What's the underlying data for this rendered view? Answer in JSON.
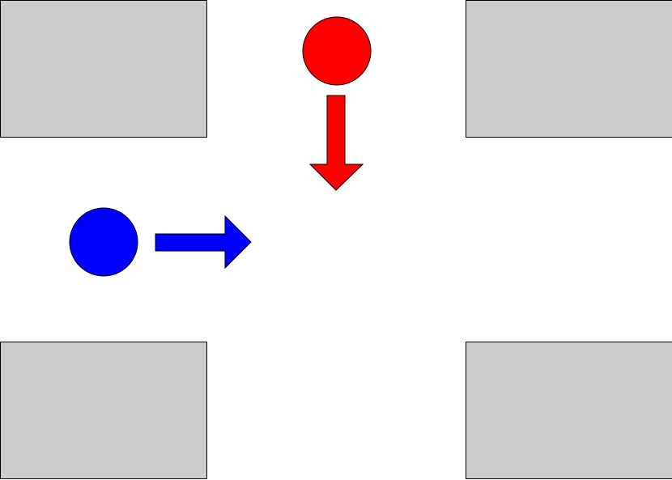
{
  "diagram": {
    "kind": "intersection",
    "colors": {
      "background": "#ffffff",
      "block_fill": "#cccccc",
      "stroke": "#000000",
      "agent_red": "#ff0000",
      "agent_blue": "#0000ff"
    },
    "blocks": [
      {
        "corner": "top-left"
      },
      {
        "corner": "top-right"
      },
      {
        "corner": "bottom-left"
      },
      {
        "corner": "bottom-right"
      }
    ],
    "agents": [
      {
        "color": "red",
        "direction": "down"
      },
      {
        "color": "blue",
        "direction": "right"
      }
    ]
  }
}
